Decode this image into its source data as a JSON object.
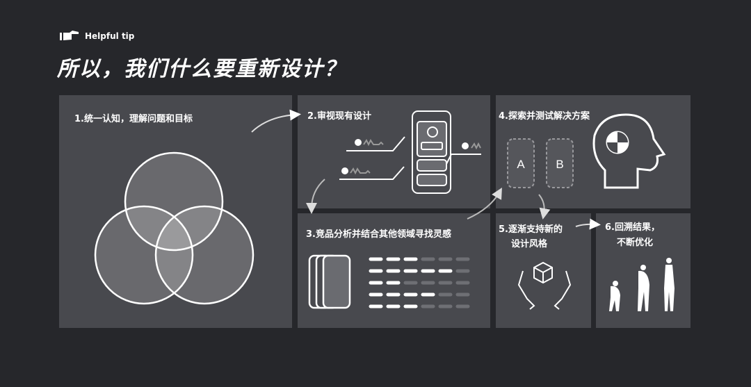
{
  "header": {
    "tip_label": "Helpful tip",
    "title": "所以，我们什么要重新设计？"
  },
  "steps": [
    {
      "label": "1.统一认知，理解问题和目标"
    },
    {
      "label": "2.审视现有设计"
    },
    {
      "label": "3.竞品分析并结合其他领域寻找灵感"
    },
    {
      "label": "4.探索并测试解决方案"
    },
    {
      "label_line1": "5.逐渐支持新的",
      "label_line2": "设计风格"
    },
    {
      "label_line1": "6.回溯结果，",
      "label_line2": "不断优化"
    }
  ],
  "ab_test": {
    "a": "A",
    "b": "B"
  },
  "colors": {
    "background": "#26272b",
    "panel": "#48494e",
    "accent": "#ffffff"
  }
}
